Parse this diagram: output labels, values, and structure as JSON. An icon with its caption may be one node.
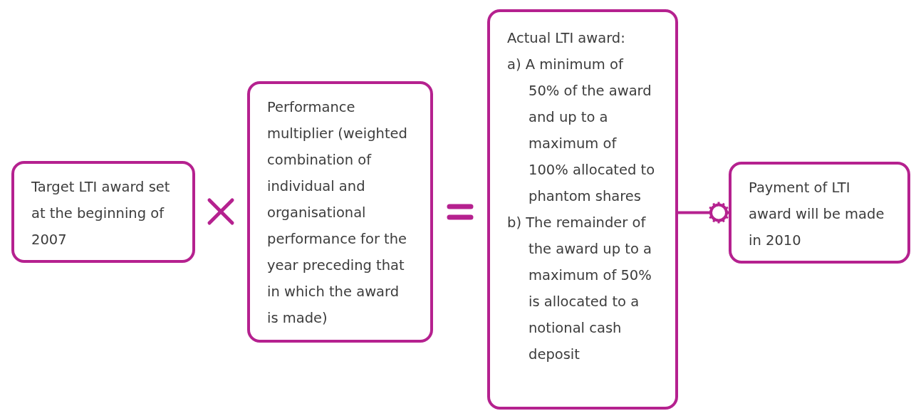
{
  "diagram": {
    "nodes": [
      {
        "text": [
          "Target LTI award set at the beginning of 2007"
        ]
      },
      {
        "text": [
          "Performance multiplier (weighted combination of individual and organisational performance for the year preceding that in which the award is made)"
        ]
      },
      {
        "text": [
          "Actual LTI award:",
          "a) A minimum of 50% of the award and up to a maximum of 100% allocated to phantom shares",
          "b) The remainder of the award up to a maximum of 50% is allocated to a notional cash deposit"
        ]
      },
      {
        "text": [
          "Payment of LTI award will be made in 2010"
        ]
      }
    ],
    "edges": [
      {
        "from": 2,
        "to": 3,
        "arrow": "other"
      }
    ]
  }
}
